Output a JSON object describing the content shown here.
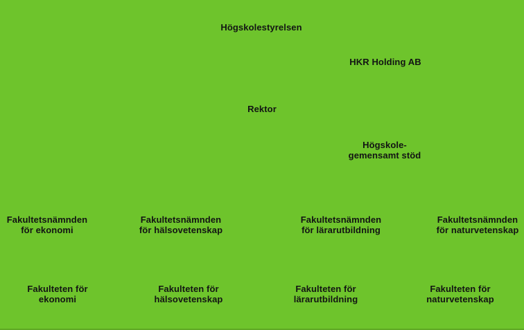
{
  "colors": {
    "background": "#6ec42c",
    "text": "#121413",
    "bottom_edge": "#5ea823"
  },
  "nodes": {
    "board": {
      "label": "Högskolestyrelsen"
    },
    "holding": {
      "label": "HKR Holding AB"
    },
    "rektor": {
      "label": "Rektor"
    },
    "shared_support": {
      "line1": "Högskole-",
      "line2": "gemensamt stöd"
    },
    "faculty_boards": [
      {
        "line1": "Fakultetsnämnden",
        "line2": "för ekonomi"
      },
      {
        "line1": "Fakultetsnämnden",
        "line2": "för hälsovetenskap"
      },
      {
        "line1": "Fakultetsnämnden",
        "line2": "för lärarutbildning"
      },
      {
        "line1": "Fakultetsnämnden",
        "line2": "för naturvetenskap"
      }
    ],
    "faculties": [
      {
        "line1": "Fakulteten för",
        "line2": "ekonomi"
      },
      {
        "line1": "Fakulteten för",
        "line2": "hälsovetenskap"
      },
      {
        "line1": "Fakulteten för",
        "line2": "lärarutbildning"
      },
      {
        "line1": "Fakulteten för",
        "line2": "naturvetenskap"
      }
    ]
  }
}
